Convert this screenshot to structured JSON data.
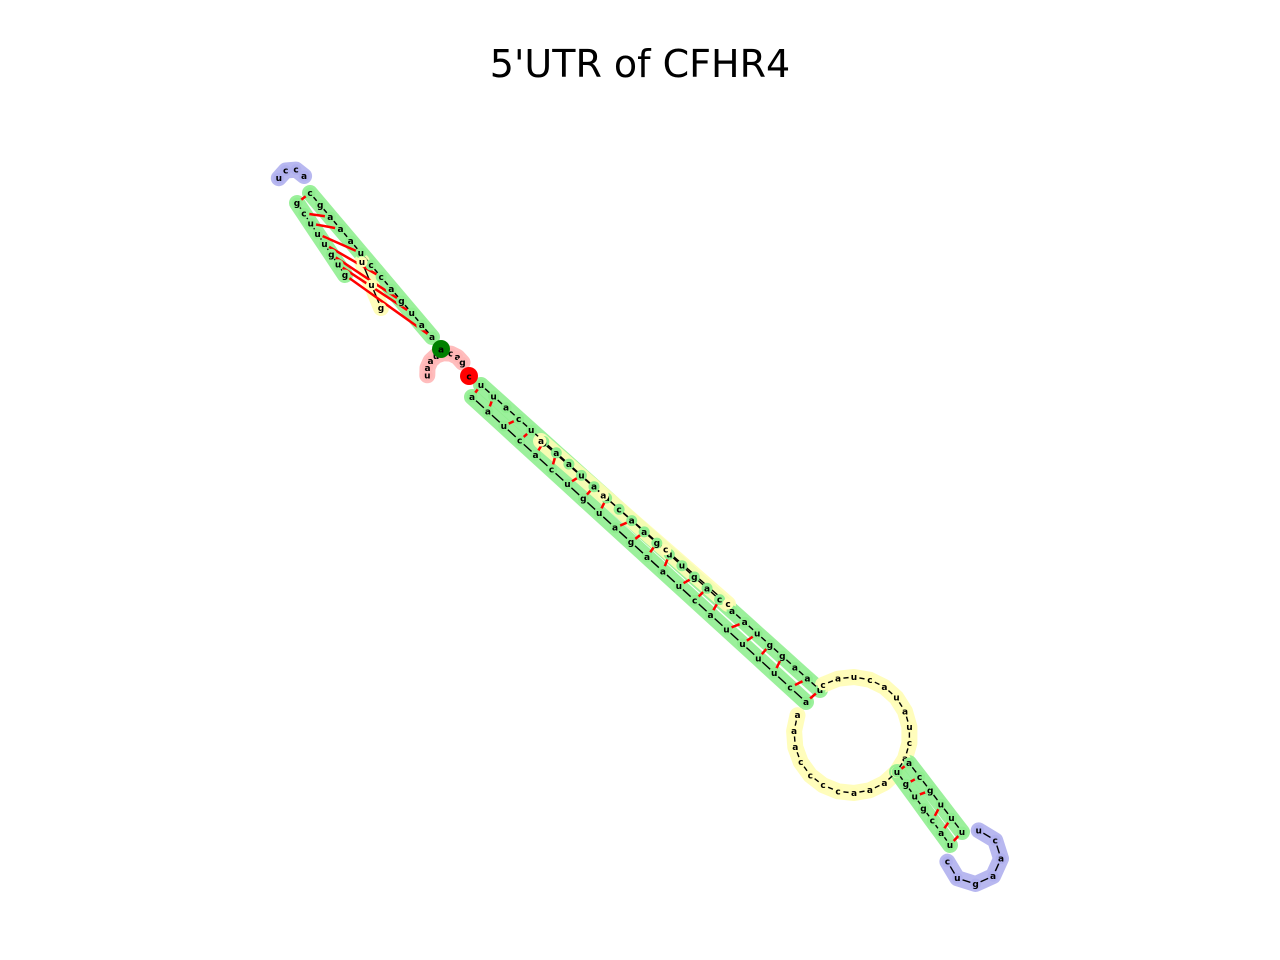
{
  "title": "5'UTR of CFHR4",
  "colors": {
    "stem": "#90ee90",
    "hairpin_loop": "#b0b0ee",
    "internal_loop": "#fffdb5",
    "exterior": "#ffb6b6",
    "five_prime": "#008000",
    "three_prime": "#ff0000",
    "pair_bond": "#ff0000",
    "backbone": "#000000"
  },
  "markers": {
    "five_prime_label": "a",
    "three_prime_label": "c"
  },
  "structure": {
    "top_hairpin_loop": [
      "u",
      "c",
      "c",
      "a"
    ],
    "top_stem_left": [
      "g",
      "c",
      "u",
      "u",
      "u",
      "g",
      "u",
      "g"
    ],
    "top_stem_right": [
      "c",
      "g",
      "a",
      "a",
      "a",
      "u",
      "c",
      "c",
      "a",
      "g",
      "u",
      "a",
      "a"
    ],
    "top_bulge": [
      "u",
      "u",
      "g"
    ],
    "exterior_loop": [
      "u",
      "a",
      "a",
      "u",
      "u",
      "c",
      "a",
      "g"
    ],
    "middle_stem_left": [
      "a",
      "a",
      "u",
      "c",
      "a",
      "c",
      "u",
      "g",
      "u",
      "a",
      "g",
      "a",
      "a",
      "u",
      "c",
      "a",
      "u",
      "u",
      "u",
      "u",
      "c",
      "a"
    ],
    "middle_stem_right": [
      "u",
      "u",
      "a",
      "c",
      "u",
      "g",
      "a",
      "a",
      "u",
      "a",
      "u",
      "c",
      "a",
      "a",
      "g",
      "u",
      "u",
      "g",
      "a",
      "c",
      "a",
      "a",
      "u",
      "g",
      "g",
      "a",
      "a",
      "u"
    ],
    "middle_internal_loop": [
      "a",
      "a",
      "c",
      "c"
    ],
    "large_internal_loop": [
      "c",
      "a",
      "u",
      "c",
      "a",
      "u",
      "a",
      "u",
      "c",
      "a",
      "c",
      "a",
      "a",
      "a",
      "c",
      "c",
      "c",
      "c",
      "a",
      "a",
      "a"
    ],
    "bottom_stem_left": [
      "u",
      "g",
      "u",
      "g",
      "c",
      "a",
      "u"
    ],
    "bottom_stem_right": [
      "a",
      "c",
      "g",
      "u",
      "u",
      "u"
    ],
    "bottom_hairpin_loop": [
      "u",
      "c",
      "a",
      "a",
      "g",
      "u",
      "c"
    ]
  }
}
